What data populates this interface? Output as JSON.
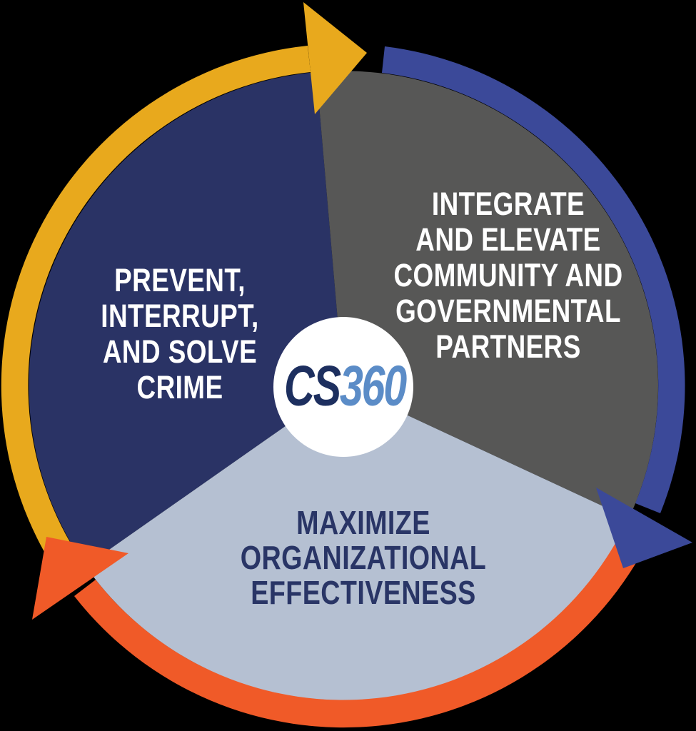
{
  "canvas": {
    "background": "#000000"
  },
  "diagram_title": "CS360 strategic cycle diagram",
  "center": {
    "circle_color": "#FFFFFF",
    "logo_cs": "CS",
    "logo_360": "360",
    "logo_cs_color": "#1D2F5F",
    "logo_360_color": "#5B8CC7"
  },
  "segments": [
    {
      "name": "prevent-interrupt-solve-crime",
      "label": "PREVENT,\nINTERRUPT,\nAND SOLVE\nCRIME",
      "fill": "#2A3365",
      "text_color": "#FFFFFF"
    },
    {
      "name": "integrate-elevate-partners",
      "label": "INTEGRATE\nAND ELEVATE\nCOMMUNITY AND\nGOVERNMENTAL\nPARTNERS",
      "fill": "#575756",
      "text_color": "#FFFFFF"
    },
    {
      "name": "maximize-organizational-effectiveness",
      "label": "MAXIMIZE\nORGANIZATIONAL\nEFFECTIVENESS",
      "fill": "#B5C0D2",
      "text_color": "#293566"
    }
  ],
  "arrows": [
    {
      "name": "cycle-arrow-top-gold",
      "fill": "#E8A91D"
    },
    {
      "name": "cycle-arrow-right-blue",
      "fill": "#3B4999"
    },
    {
      "name": "cycle-arrow-bottom-orange",
      "fill": "#F05A28"
    }
  ]
}
